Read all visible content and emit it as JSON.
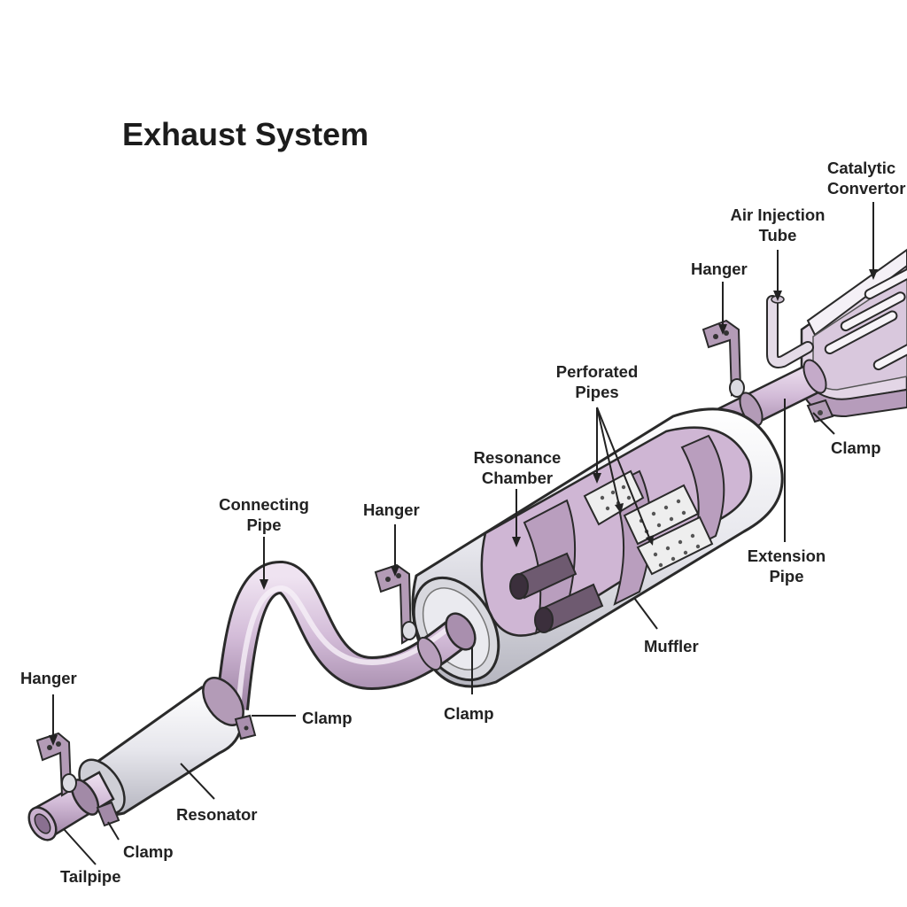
{
  "title": "Exhaust System",
  "labels": {
    "catalytic_convertor": [
      "Catalytic",
      "Convertor"
    ],
    "air_injection_tube": [
      "Air Injection",
      "Tube"
    ],
    "hanger_top": "Hanger",
    "perforated_pipes": [
      "Perforated",
      "Pipes"
    ],
    "resonance_chamber": [
      "Resonance",
      "Chamber"
    ],
    "clamp_catalytic": "Clamp",
    "extension_pipe": [
      "Extension",
      "Pipe"
    ],
    "connecting_pipe": [
      "Connecting",
      "Pipe"
    ],
    "hanger_middle": "Hanger",
    "muffler": "Muffler",
    "clamp_connecting": "Clamp",
    "clamp_muffler": "Clamp",
    "hanger_left": "Hanger",
    "resonator": "Resonator",
    "clamp_tailpipe": "Clamp",
    "tailpipe": "Tailpipe"
  },
  "colors": {
    "pipe": "#d6c2db",
    "pipe_dark": "#a489ab",
    "shell": "#e9e9ee",
    "shell_dark": "#b9b9c2",
    "chamber": "#c7a9cc",
    "hanger": "#b39bb6",
    "outline": "#2a2a2a"
  }
}
